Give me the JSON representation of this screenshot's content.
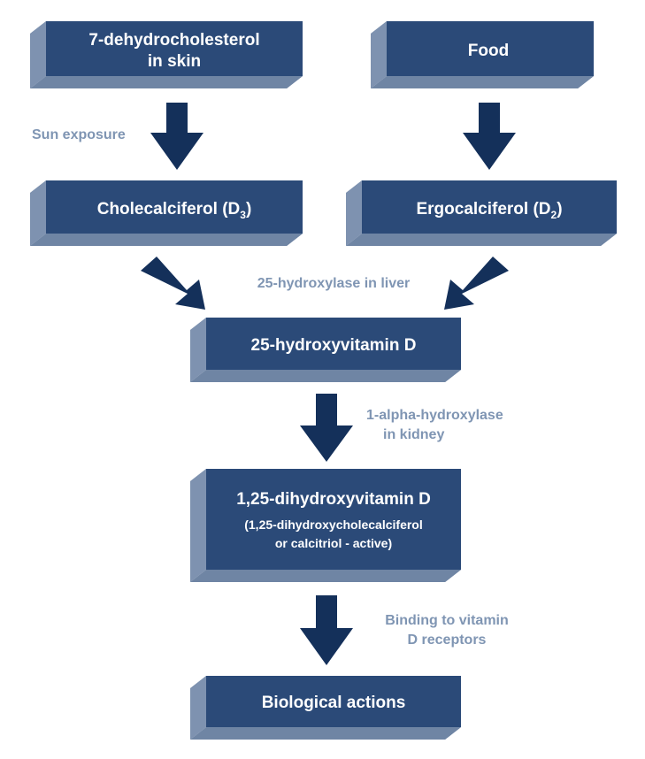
{
  "colors": {
    "box_front": "#2b4a78",
    "box_side": "#6f85a4",
    "box_top": "#9fb0c5",
    "arrow": "#14305a",
    "label": "#7f95b3"
  },
  "boxes": {
    "dehydro": {
      "line1": "7-dehydrocholesterol",
      "line2": "in skin"
    },
    "food": {
      "label": "Food"
    },
    "chole": {
      "label": "Cholecalciferol (D",
      "sub": "3",
      "close": ")"
    },
    "ergo": {
      "label": "Ergocalciferol (D",
      "sub": "2",
      "close": ")"
    },
    "hydroxy25": {
      "label": "25-hydroxyvitamin D"
    },
    "dihydroxy": {
      "label": "1,25-dihydroxyvitamin D",
      "note1": "(1,25-dihydroxycholecalciferol",
      "note2": "or calcitriol - active)"
    },
    "bio": {
      "label": "Biological actions"
    }
  },
  "labels": {
    "sun": "Sun exposure",
    "liver": "25-hydroxylase in liver",
    "kidney1": "1-alpha-hydroxylase",
    "kidney2": "in kidney",
    "receptor1": "Binding to vitamin",
    "receptor2": "D receptors"
  }
}
